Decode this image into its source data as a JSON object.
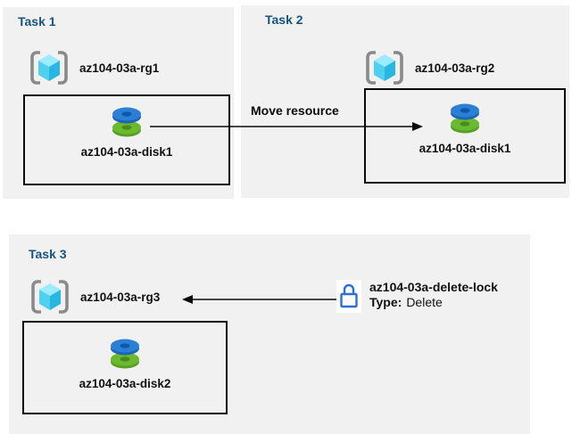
{
  "diagram": {
    "tasks": [
      {
        "title": "Task 1",
        "resource_group": "az104-03a-rg1",
        "disk": "az104-03a-disk1"
      },
      {
        "title": "Task 2",
        "resource_group": "az104-03a-rg2",
        "disk": "az104-03a-disk1"
      },
      {
        "title": "Task 3",
        "resource_group": "az104-03a-rg3",
        "disk": "az104-03a-disk2"
      }
    ],
    "move_arrow_label": "Move resource",
    "lock": {
      "name": "az104-03a-delete-lock",
      "type_label": "Type:",
      "type_value": "Delete"
    },
    "colors": {
      "panel_bg": "#f1f1f1",
      "task_title_blue": "#17547f",
      "lock_blue": "#2b6fd6",
      "disk_blue": "#2b7fd4",
      "disk_green": "#6ab92f",
      "cube_cyan_dark": "#28b7e0",
      "cube_cyan_light": "#9debff",
      "bracket_gray": "#8a8a8a",
      "arrow_black": "#0a0a0a"
    },
    "icons": {
      "resource_group": "resource-group-icon",
      "disk": "disk-icon",
      "lock": "lock-icon",
      "move_arrow": "arrow-right-icon",
      "lock_arrow": "arrow-left-icon"
    }
  }
}
